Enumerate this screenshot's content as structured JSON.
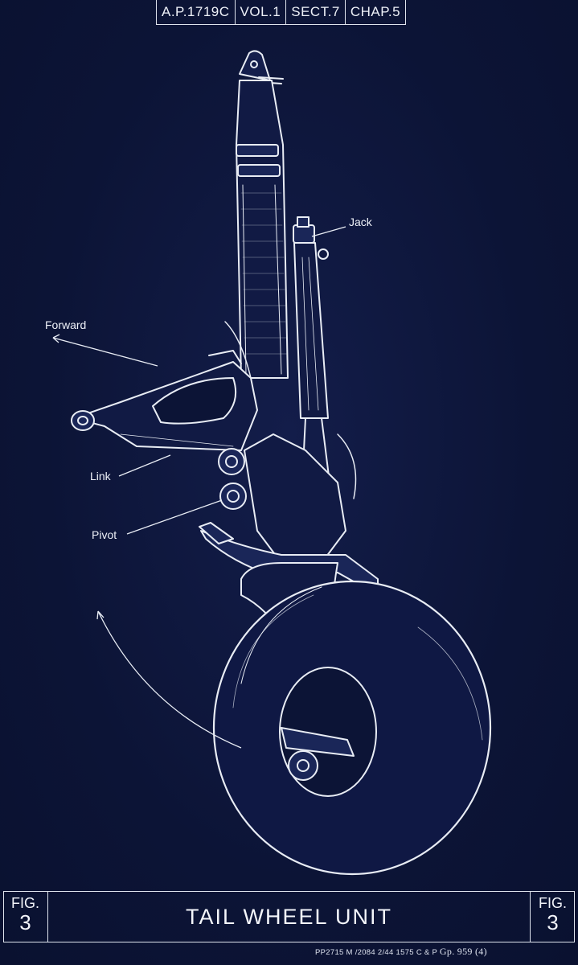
{
  "header": {
    "ap": "A.P.1719C",
    "vol": "VOL.1",
    "sect": "SECT.7",
    "chap": "CHAP.5"
  },
  "callouts": {
    "jack": "Jack",
    "forward": "Forward",
    "link": "Link",
    "pivot": "Pivot"
  },
  "title_bar": {
    "fig_label": "FIG.",
    "fig_number": "3",
    "title": "TAIL WHEEL UNIT"
  },
  "footer": {
    "print_code": "PP2715   M      /2084   2/44   1575   C & P",
    "group": "Gp. 959 (4)"
  },
  "colors": {
    "background": "#0c1436",
    "line": "#e8ecf4"
  }
}
